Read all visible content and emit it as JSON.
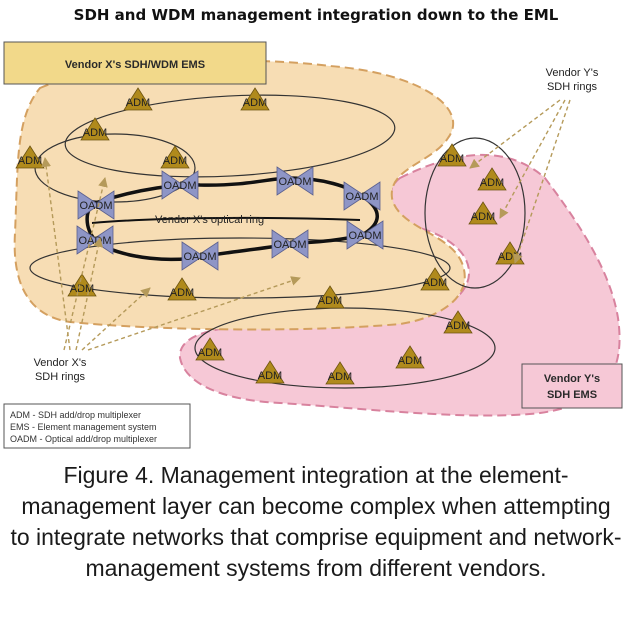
{
  "title": "SDH and WDM management integration down to the EML",
  "ems_x_label": "Vendor X's SDH/WDM EMS",
  "ems_y_label": [
    "Vendor Y's",
    "SDH EMS"
  ],
  "optical_ring_label": "Vendor X's optical ring",
  "vendor_x_rings_label": [
    "Vendor X's",
    "SDH rings"
  ],
  "vendor_y_rings_label": [
    "Vendor Y's",
    "SDH rings"
  ],
  "legend": [
    "ADM - SDH add/drop multiplexer",
    "EMS - Element management system",
    "OADM - Optical add/drop multiplexer"
  ],
  "node_labels": {
    "adm": "ADM",
    "oadm": "OADM"
  },
  "caption": "Figure 4. Management integration at the element-management layer can become complex when attempting to integrate networks that comprise equipment and network-management systems from different vendors.",
  "colors": {
    "vendor_x_region": "#f7ddb4",
    "vendor_y_region": "#f6c8d6",
    "ems_x_box": "#f2d98a",
    "adm_node": "#b08a1c",
    "oadm_node": "#8e95c6",
    "arrow": "#b59a5a"
  }
}
